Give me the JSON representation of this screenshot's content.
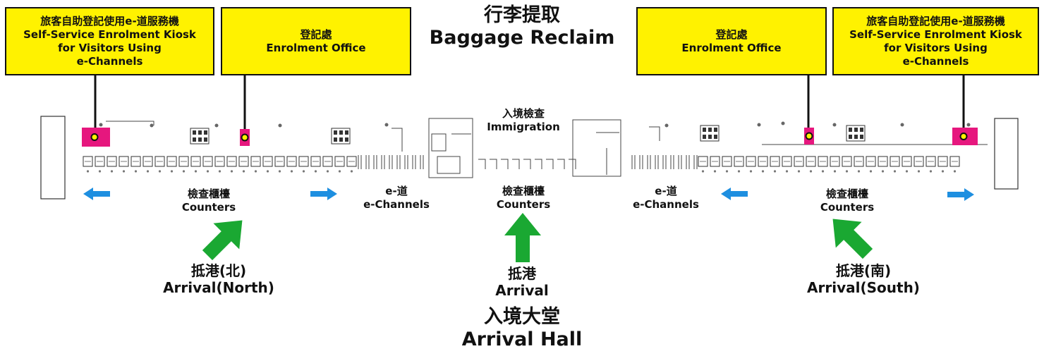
{
  "colors": {
    "callout_fill": "#fff200",
    "kiosk_marker": "#e6177e",
    "arrow_green": "#1aa832",
    "arrow_blue": "#1e8fe0",
    "line": "#111111"
  },
  "callouts": [
    {
      "id": "kiosk-north",
      "zh": "旅客自助登記使用e-道服務機",
      "en1": "Self-Service Enrolment Kiosk",
      "en2": "for Visitors Using",
      "en3": "e-Channels"
    },
    {
      "id": "office-north",
      "zh": "登記處",
      "en1": "Enrolment Office"
    },
    {
      "id": "office-south",
      "zh": "登記處",
      "en1": "Enrolment Office"
    },
    {
      "id": "kiosk-south",
      "zh": "旅客自助登記使用e-道服務機",
      "en1": "Self-Service Enrolment Kiosk",
      "en2": "for Visitors Using",
      "en3": "e-Channels"
    }
  ],
  "top_title": {
    "zh": "行李提取",
    "en": "Baggage Reclaim"
  },
  "immigration": {
    "zh": "入境檢查",
    "en": "Immigration"
  },
  "zones": {
    "counters_north": {
      "zh": "檢查櫃檯",
      "en": "Counters"
    },
    "echannels_north": {
      "zh": "e-道",
      "en": "e-Channels"
    },
    "counters_center": {
      "zh": "檢查櫃檯",
      "en": "Counters"
    },
    "echannels_south": {
      "zh": "e-道",
      "en": "e-Channels"
    },
    "counters_south": {
      "zh": "檢查櫃檯",
      "en": "Counters"
    }
  },
  "arrivals": {
    "north": {
      "zh": "抵港(北)",
      "en": "Arrival(North)"
    },
    "center": {
      "zh": "抵港",
      "en": "Arrival"
    },
    "south": {
      "zh": "抵港(南)",
      "en": "Arrival(South)"
    }
  },
  "hall": {
    "zh": "入境大堂",
    "en": "Arrival Hall"
  }
}
